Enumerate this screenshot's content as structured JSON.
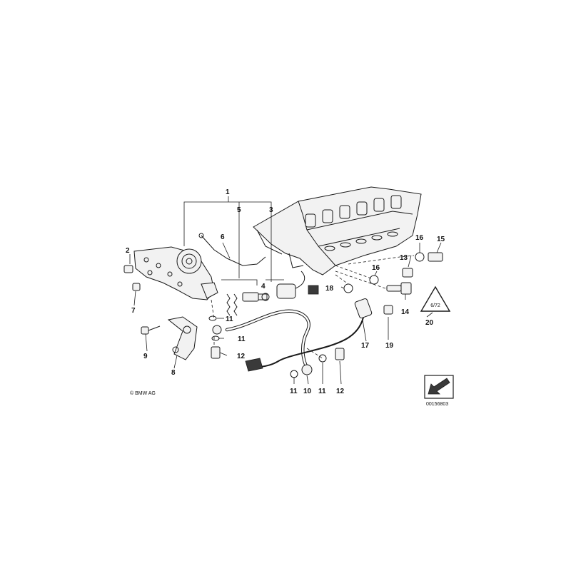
{
  "diagram": {
    "copyright": "© BMW AG",
    "drawing_number": "00156803",
    "warning_symbol_text": "6/72",
    "callouts": [
      {
        "id": "c1",
        "text": "1"
      },
      {
        "id": "c2",
        "text": "2"
      },
      {
        "id": "c3",
        "text": "3"
      },
      {
        "id": "c4",
        "text": "4"
      },
      {
        "id": "c5",
        "text": "5"
      },
      {
        "id": "c6",
        "text": "6"
      },
      {
        "id": "c7",
        "text": "7"
      },
      {
        "id": "c8",
        "text": "8"
      },
      {
        "id": "c9",
        "text": "9"
      },
      {
        "id": "c10",
        "text": "10"
      },
      {
        "id": "c11a",
        "text": "11"
      },
      {
        "id": "c11b",
        "text": "11"
      },
      {
        "id": "c11c",
        "text": "11"
      },
      {
        "id": "c11d",
        "text": "11"
      },
      {
        "id": "c12a",
        "text": "12"
      },
      {
        "id": "c12b",
        "text": "12"
      },
      {
        "id": "c13",
        "text": "13"
      },
      {
        "id": "c14",
        "text": "14"
      },
      {
        "id": "c15",
        "text": "15"
      },
      {
        "id": "c16a",
        "text": "16"
      },
      {
        "id": "c16b",
        "text": "16"
      },
      {
        "id": "c17",
        "text": "17"
      },
      {
        "id": "c18",
        "text": "18"
      },
      {
        "id": "c19",
        "text": "19"
      },
      {
        "id": "c20",
        "text": "20"
      }
    ]
  }
}
